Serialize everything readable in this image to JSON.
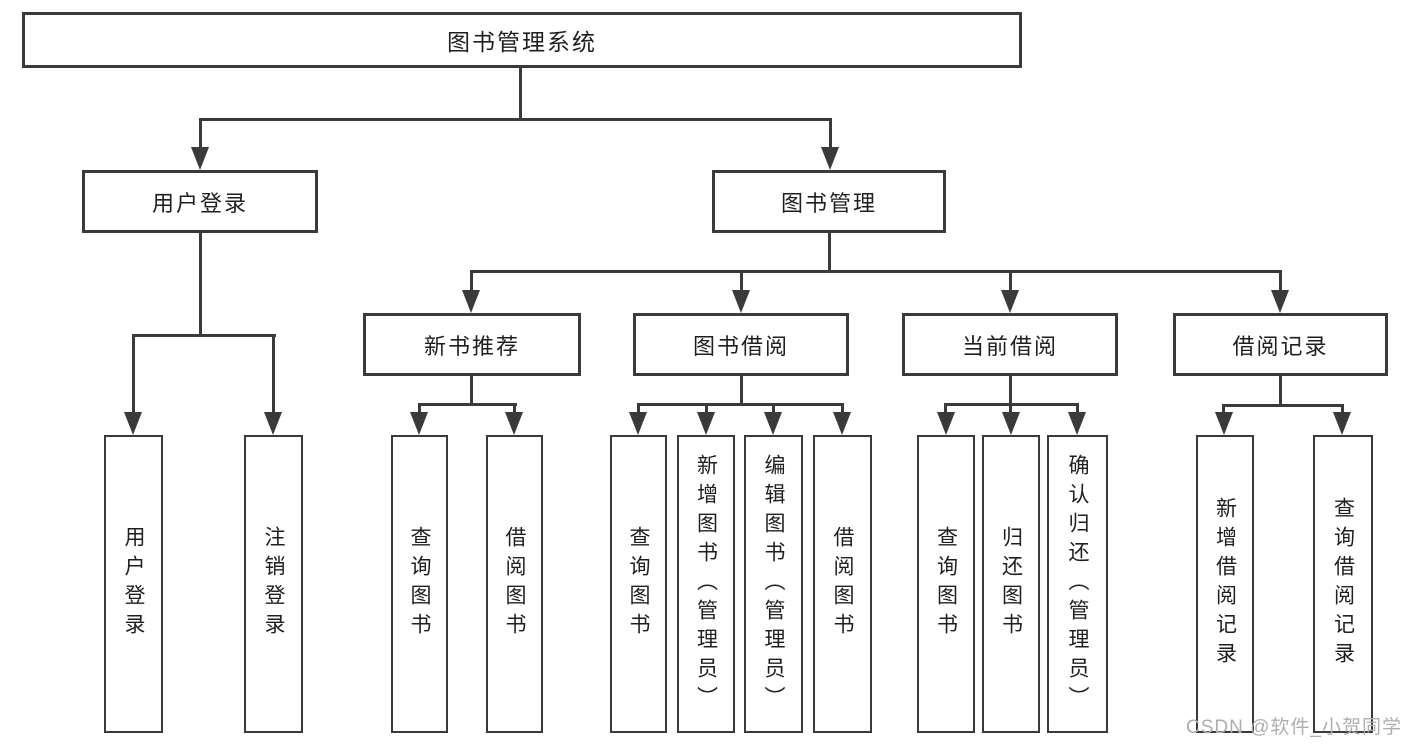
{
  "diagram": {
    "root": {
      "label": "图书管理系统"
    },
    "level2": [
      {
        "id": "user-login-module",
        "label": "用户登录"
      },
      {
        "id": "book-management-module",
        "label": "图书管理"
      }
    ],
    "level3": [
      {
        "id": "new-book-recommend",
        "label": "新书推荐"
      },
      {
        "id": "book-borrow",
        "label": "图书借阅"
      },
      {
        "id": "current-borrow",
        "label": "当前借阅"
      },
      {
        "id": "borrow-records",
        "label": "借阅记录"
      }
    ],
    "leaves": [
      {
        "parent": "用户登录",
        "label": "用户登录"
      },
      {
        "parent": "用户登录",
        "label": "注销登录"
      },
      {
        "parent": "新书推荐",
        "label": "查询图书"
      },
      {
        "parent": "新书推荐",
        "label": "借阅图书"
      },
      {
        "parent": "图书借阅",
        "label": "查询图书"
      },
      {
        "parent": "图书借阅",
        "label": "新增图书（管理员）"
      },
      {
        "parent": "图书借阅",
        "label": "编辑图书（管理员）"
      },
      {
        "parent": "图书借阅",
        "label": "借阅图书"
      },
      {
        "parent": "当前借阅",
        "label": "查询图书"
      },
      {
        "parent": "当前借阅",
        "label": "归还图书"
      },
      {
        "parent": "当前借阅",
        "label": "确认归还（管理员）"
      },
      {
        "parent": "借阅记录",
        "label": "新增借阅记录"
      },
      {
        "parent": "借阅记录",
        "label": "查询借阅记录"
      }
    ],
    "watermark": "CSDN @软件_小贺同学",
    "colors": {
      "line": "#3a3a3a",
      "text": "#1f1f1f",
      "watermark": "#aeaeae",
      "background": "#ffffff"
    }
  }
}
